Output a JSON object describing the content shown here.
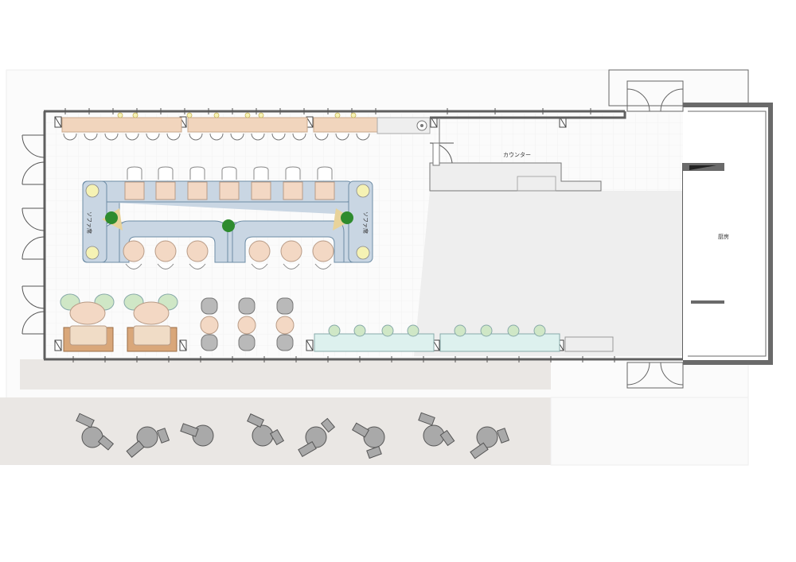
{
  "plan": {
    "labels": {
      "counter": "カウンター",
      "kitchen": "厨房",
      "sofa_left": "ソファ席",
      "sofa_right": "ソファ席"
    },
    "colors": {
      "wood": "#f1d5bd",
      "table": "#f3d8c4",
      "sofa": "#c9d6e3",
      "sofa_edge": "#6d8ca5",
      "lounge_sofa": "#d9a77a",
      "armchair": "#b9b9b9",
      "stool_green": "#cfe7c6",
      "glass_counter": "#ddf1ee",
      "terrace": "#eae7e4",
      "outdoor": "#a9a9a9",
      "plant": "#2e8b2e",
      "lamp": "#f5f2b4",
      "wall": "#5f5f5f",
      "kitchen_wall": "#6a6a6a"
    }
  }
}
